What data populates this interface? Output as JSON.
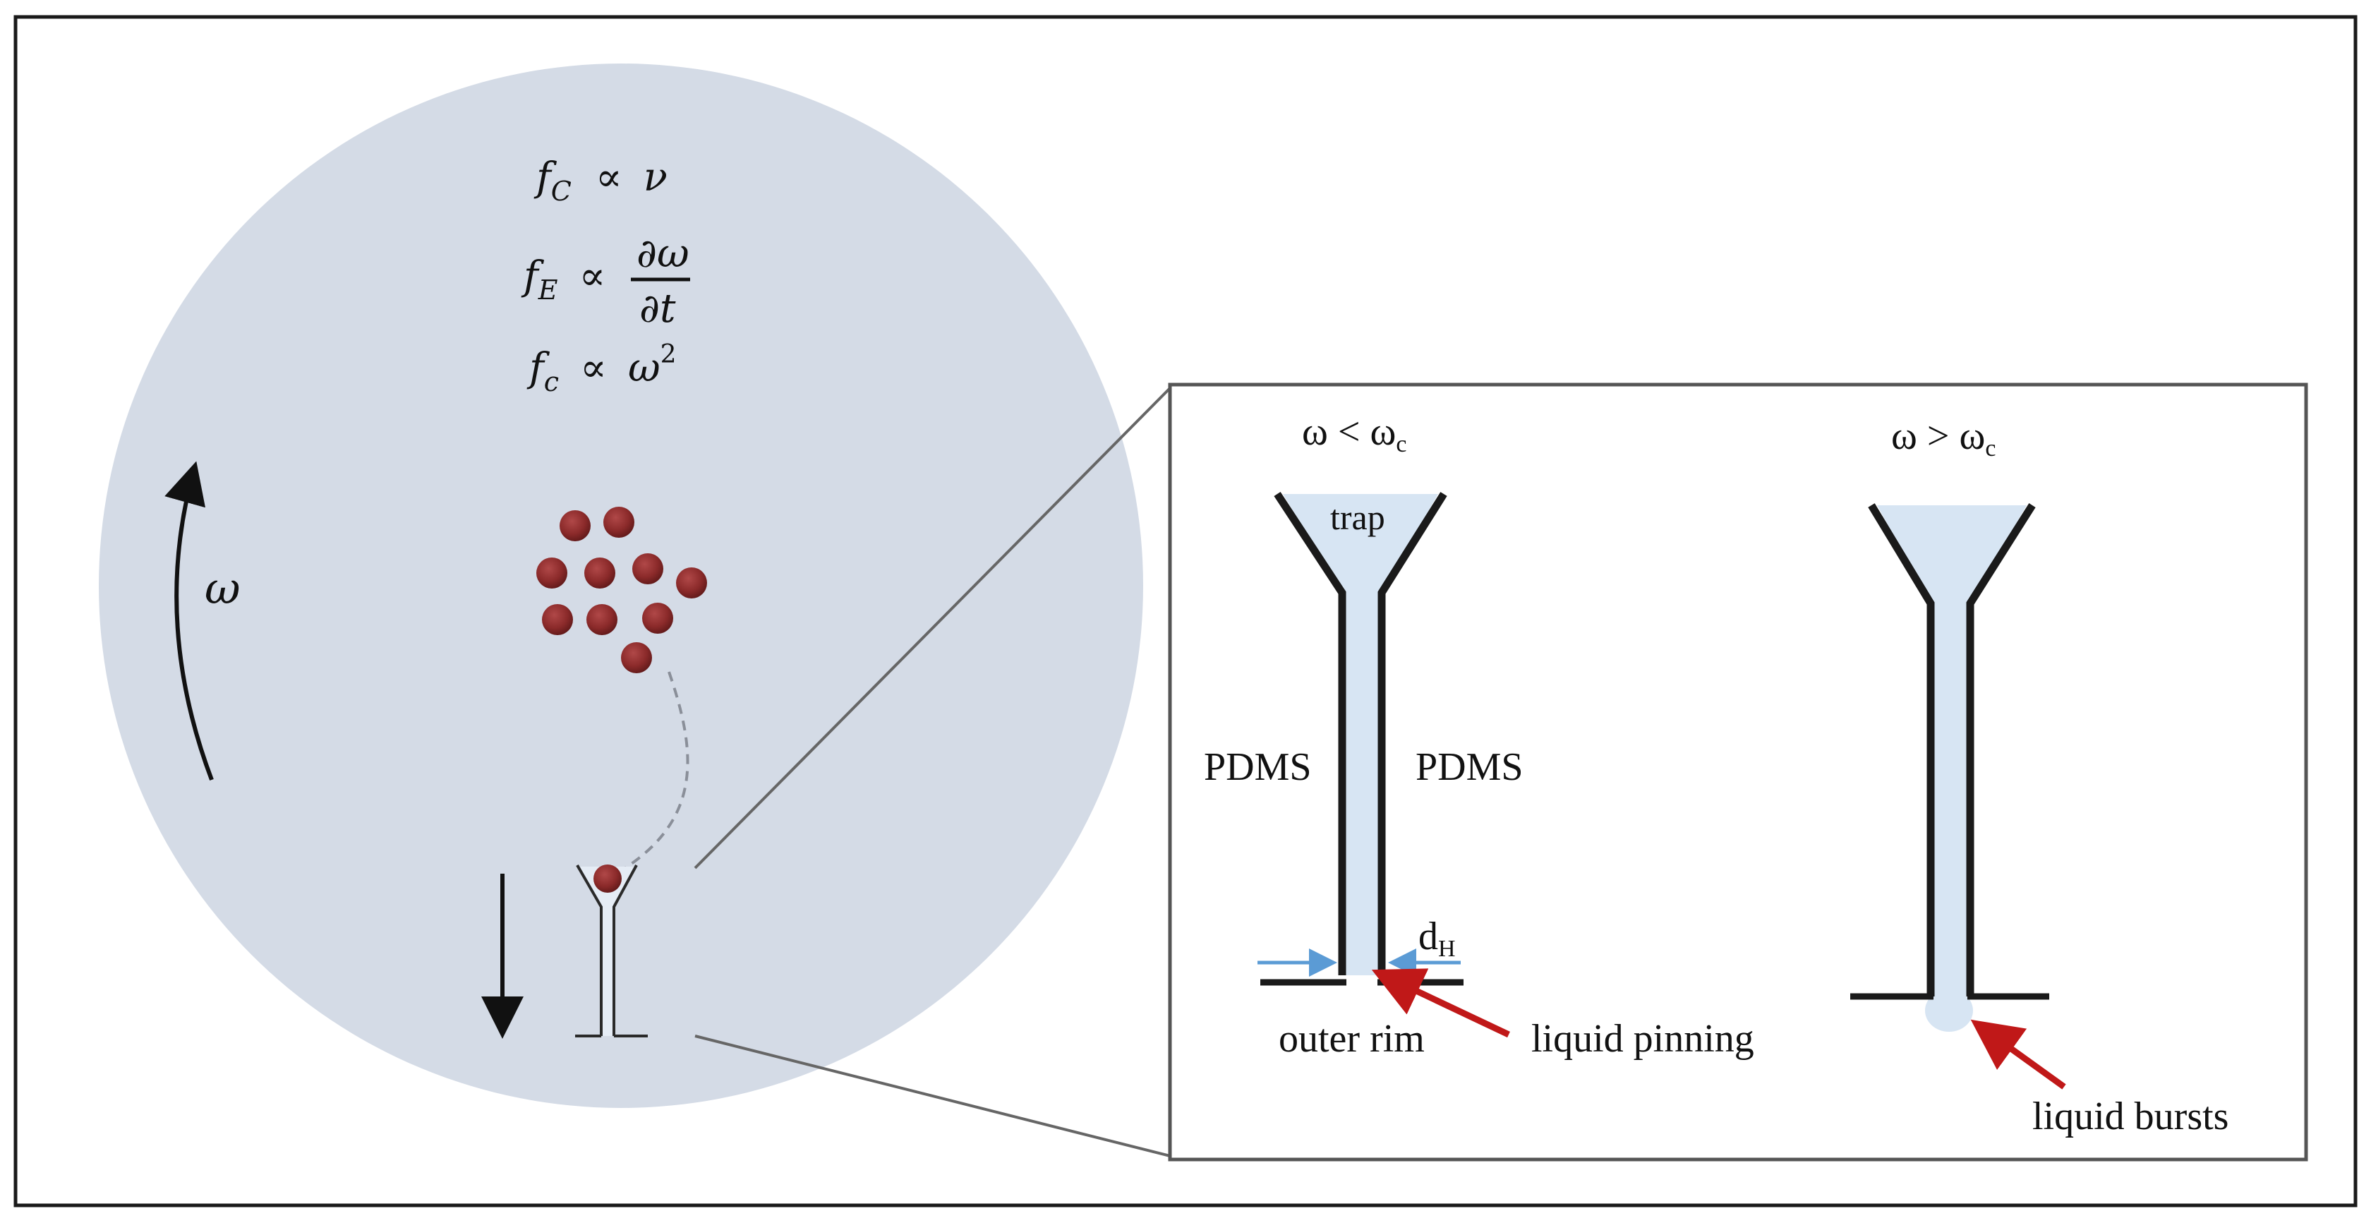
{
  "equations": {
    "coriolis": {
      "lhs": "f",
      "sub": "C",
      "rel": "∝",
      "rhs": "ν"
    },
    "euler": {
      "lhs": "f",
      "sub": "E",
      "rel": "∝",
      "num": "∂ω",
      "den": "∂t"
    },
    "centrifugal": {
      "lhs": "f",
      "sub": "c",
      "rel": "∝",
      "rhs": "ω",
      "sup": "2"
    }
  },
  "disc": {
    "rotation_symbol": "ω"
  },
  "inset": {
    "left_panel": {
      "condition": {
        "a": "ω < ω",
        "sub": "c"
      },
      "trap_label": "trap",
      "material_left": "PDMS",
      "material_right": "PDMS",
      "diameter": {
        "a": "d",
        "sub": "H"
      },
      "outer_rim_label": "outer rim",
      "arrow_label": "liquid pinning"
    },
    "right_panel": {
      "condition": {
        "a": "ω > ω",
        "sub": "c"
      },
      "arrow_label": "liquid bursts"
    }
  },
  "colors": {
    "disc_fill": "#d4dbe6",
    "liquid_fill": "#d7e5f3",
    "cell": "#8b2a2a",
    "red_arrow": "#c01818",
    "blue_arrow": "#5b9bd5",
    "wall": "#1a1a1a"
  }
}
